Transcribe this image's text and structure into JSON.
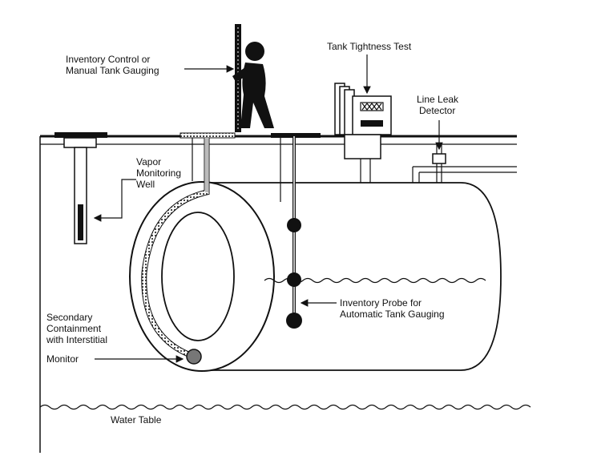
{
  "labels": {
    "inventory_control_1": "Inventory Control or",
    "inventory_control_2": "Manual Tank Gauging",
    "tank_tightness": "Tank Tightness Test",
    "line_leak_1": "Line Leak",
    "line_leak_2": "Detector",
    "vapor_1": "Vapor",
    "vapor_2": "Monitoring",
    "vapor_3": "Well",
    "probe_1": "Inventory Probe for",
    "probe_2": "Automatic Tank Gauging",
    "secondary_1": "Secondary",
    "secondary_2": "Containment",
    "secondary_3": "with Interstitial",
    "secondary_4": "Monitor",
    "water_table": "Water Table"
  }
}
